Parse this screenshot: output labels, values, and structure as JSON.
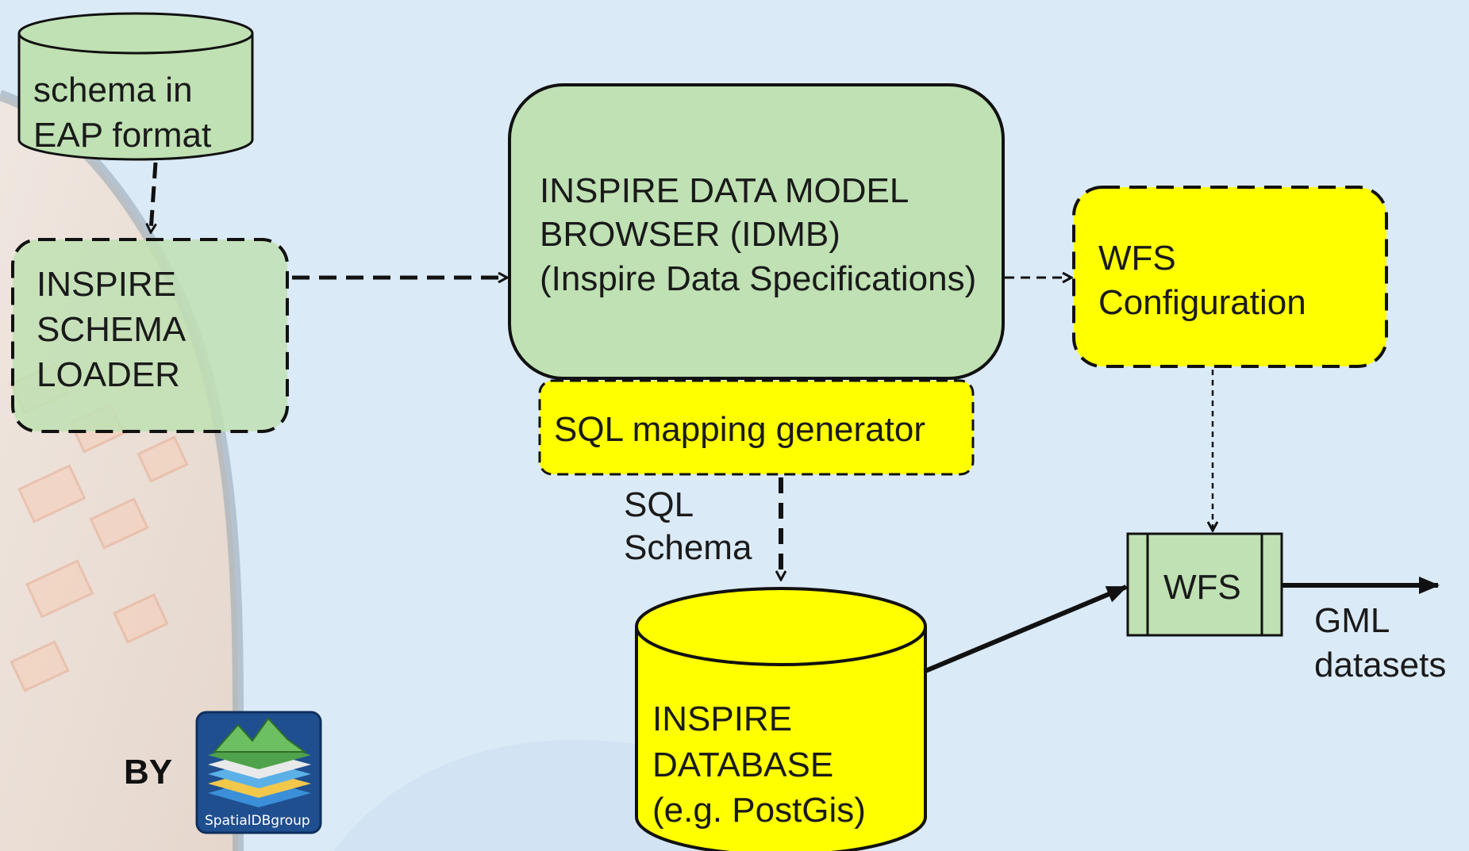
{
  "colors": {
    "background": "#dbeaf7",
    "green_fill": "#bfe1b3",
    "yellow_fill": "#ffff00",
    "stroke": "#111111"
  },
  "nodes": {
    "eap_schema": {
      "lines": [
        "schema in",
        "EAP format"
      ],
      "shape": "cylinder",
      "fill": "green"
    },
    "schema_loader": {
      "lines": [
        "INSPIRE",
        "SCHEMA",
        "LOADER"
      ],
      "shape": "rounded-rect-dashed",
      "fill": "green"
    },
    "idmb": {
      "lines": [
        "INSPIRE DATA MODEL",
        "BROWSER (IDMB)",
        "(Inspire Data Specifications)"
      ],
      "shape": "rounded-rect",
      "fill": "green"
    },
    "sql_generator": {
      "lines": [
        "SQL mapping generator"
      ],
      "shape": "rounded-rect-dashed",
      "fill": "yellow"
    },
    "wfs_config": {
      "lines": [
        "WFS",
        "Configuration"
      ],
      "shape": "rounded-rect-dashed",
      "fill": "yellow"
    },
    "inspire_db": {
      "lines": [
        "INSPIRE",
        "DATABASE",
        "(e.g. PostGis)"
      ],
      "shape": "cylinder",
      "fill": "yellow"
    },
    "wfs": {
      "lines": [
        "WFS"
      ],
      "shape": "process",
      "fill": "green"
    }
  },
  "edge_labels": {
    "sql_schema": [
      "SQL",
      "Schema"
    ],
    "gml_datasets": [
      "GML",
      "datasets"
    ]
  },
  "edges": [
    {
      "from": "eap_schema",
      "to": "schema_loader",
      "style": "dashed"
    },
    {
      "from": "schema_loader",
      "to": "idmb",
      "style": "dashed"
    },
    {
      "from": "idmb",
      "to": "wfs_config",
      "style": "dashed"
    },
    {
      "from": "sql_generator",
      "to": "inspire_db",
      "style": "dashed",
      "label": "sql_schema"
    },
    {
      "from": "wfs_config",
      "to": "wfs",
      "style": "dotted"
    },
    {
      "from": "inspire_db",
      "to": "wfs",
      "style": "solid"
    },
    {
      "from": "wfs",
      "to": "output",
      "style": "solid",
      "label": "gml_datasets"
    }
  ],
  "credit": {
    "by_label": "BY",
    "logo_text": "SpatialDBgroup"
  }
}
